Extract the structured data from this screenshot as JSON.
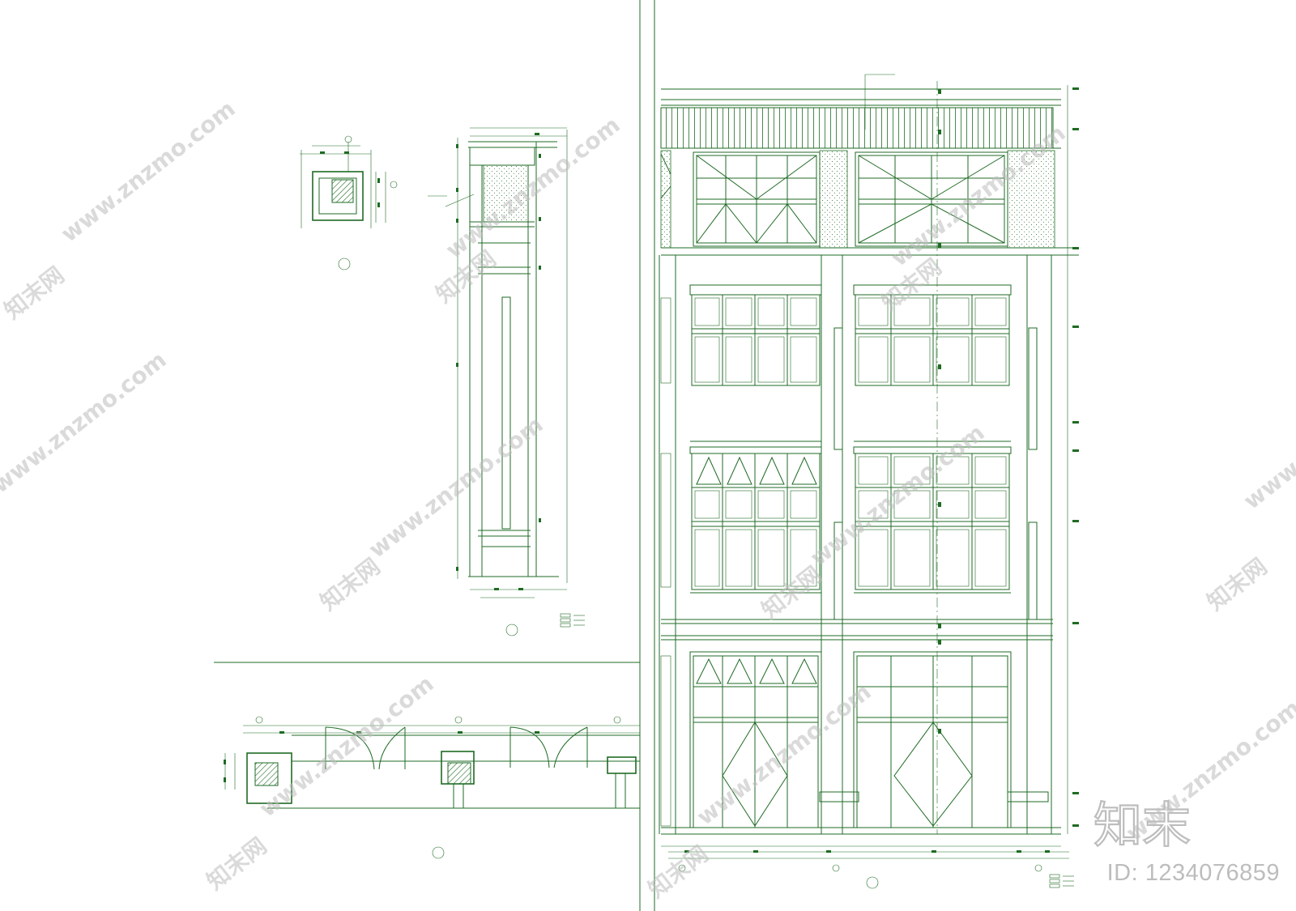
{
  "watermark": {
    "site": "www.znzmo.com",
    "brand": "知末网",
    "logo_text": "知末",
    "id_label": "ID: 1234076859"
  },
  "colors": {
    "line": "#1f6b24",
    "watermark": "#bdbdbd",
    "background": "#ffffff"
  },
  "legend_panels": [
    {
      "name": "legend-left"
    },
    {
      "name": "legend-right"
    }
  ],
  "detail_markers": [
    {
      "name": "plan-detail-marker"
    },
    {
      "name": "section-detail-marker"
    },
    {
      "name": "plan-strip-marker"
    },
    {
      "name": "elevation-marker"
    }
  ]
}
